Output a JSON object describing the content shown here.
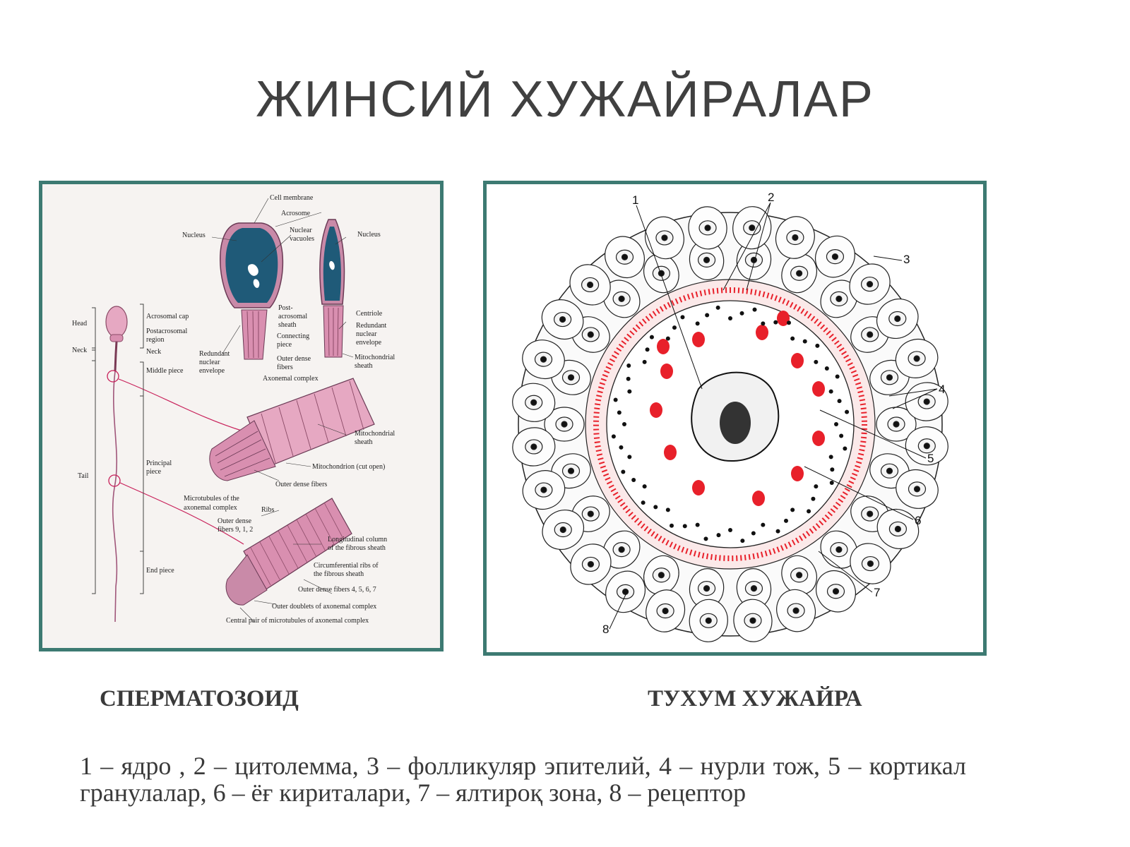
{
  "slide": {
    "title": "ЖИНСИЙ ХУЖАЙРАЛАР",
    "left_caption": "СПЕРМАТОЗОИД",
    "right_caption": "ТУХУМ ХУЖАЙРА",
    "legend": "1 – ядро , 2 – цитолемма, 3 – фолликуляр эпителий, 4  – нурли тож, 5 – кортикал гранулалар, 6 – ёғ кириталари, 7 – ялтироқ зона, 8 – рецептор"
  },
  "sperm_figure": {
    "labels": {
      "cell_membrane": "Cell membrane",
      "acrosome": "Acrosome",
      "nucleus_left": "Nucleus",
      "nucleus_right": "Nucleus",
      "nuclear_vacuoles_1": "Nuclear",
      "nuclear_vacuoles_2": "vacuoles",
      "post_acrosomal_1": "Post-",
      "post_acrosomal_2": "acrosomal",
      "post_acrosomal_3": "sheath",
      "centriole": "Centriole",
      "redundant_env_r_1": "Redundant",
      "redundant_env_r_2": "nuclear",
      "redundant_env_r_3": "envelope",
      "connecting_1": "Connecting",
      "connecting_2": "piece",
      "redundant_env_l_1": "Redundant",
      "redundant_env_l_2": "nuclear",
      "redundant_env_l_3": "envelope",
      "outer_dense_1": "Outer dense",
      "outer_dense_2": "fibers",
      "mito_sheath_top_1": "Mitochondrial",
      "mito_sheath_top_2": "sheath",
      "axonemal_complex": "Axonemal complex",
      "head": "Head",
      "neck": "Neck",
      "tail": "Tail",
      "acrosomal_cap": "Acrosomal cap",
      "postacrosomal_1": "Postacrosomal",
      "postacrosomal_2": "region",
      "neck_right": "Neck",
      "middle_piece": "Middle piece",
      "principal_1": "Principal",
      "principal_2": "piece",
      "end_piece": "End piece",
      "mito_sheath_mid_1": "Mitochondrial",
      "mito_sheath_mid_2": "sheath",
      "mitochondrion": "Mitochondrion (cut open)",
      "outer_dense_fibers": "Outer dense fibers",
      "microtubules_1": "Microtubules of the",
      "microtubules_2": "axonemal complex",
      "ribs": "Ribs",
      "outer_dense_912_1": "Outer dense",
      "outer_dense_912_2": "fibers 9, 1, 2",
      "longitudinal_1": "Longitudinal column",
      "longitudinal_2": "of the fibrous sheath",
      "circumferential_1": "Circumferential ribs of",
      "circumferential_2": "the fibrous sheath",
      "outer_dense_4567": "Outer dense fibers 4, 5, 6, 7",
      "outer_doublets": "Outer doublets of axonemal complex",
      "central_pair": "Central pair of microtubules of axonemal complex"
    }
  },
  "oocyte_figure": {
    "numbers": [
      "1",
      "2",
      "3",
      "4",
      "5",
      "6",
      "7",
      "8"
    ]
  },
  "colors": {
    "frame": "#3d7a72",
    "nucleus_blue": "#1f5a78",
    "sperm_pink": "#d98fb0",
    "granule_red": "#e8202a",
    "title_gray": "#404040"
  }
}
